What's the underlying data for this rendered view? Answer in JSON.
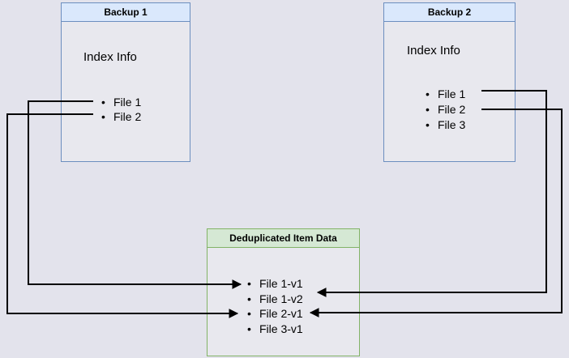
{
  "diagram": {
    "boxes": {
      "backup1": {
        "title": "Backup 1",
        "section_label": "Index Info",
        "items": [
          "File 1",
          "File 2"
        ]
      },
      "backup2": {
        "title": "Backup 2",
        "section_label": "Index Info",
        "items": [
          "File 1",
          "File 2",
          "File 3"
        ]
      },
      "dedup": {
        "title": "Deduplicated Item Data",
        "items": [
          "File 1-v1",
          "File 1-v2",
          "File 2-v1",
          "File 3-v1"
        ]
      }
    },
    "arrows": [
      {
        "from_box": "Backup 1",
        "from_item": "File 1",
        "to_box": "Deduplicated Item Data",
        "to_item": "File 1-v1"
      },
      {
        "from_box": "Backup 1",
        "from_item": "File 2",
        "to_box": "Deduplicated Item Data",
        "to_item": "File 2-v1"
      },
      {
        "from_box": "Backup 2",
        "from_item": "File 1",
        "to_box": "Deduplicated Item Data",
        "to_item": "File 1-v2"
      },
      {
        "from_box": "Backup 2",
        "from_item": "File 2",
        "to_box": "Deduplicated Item Data",
        "to_item": "File 2-v1"
      }
    ],
    "colors": {
      "page_background": "#e3e3ec",
      "box_fill": "#e8e8ee",
      "blue_header_fill": "#dae8fc",
      "blue_border": "#6c8ebf",
      "green_header_fill": "#d5e8d4",
      "green_border": "#82b366",
      "arrow": "#000000"
    }
  }
}
